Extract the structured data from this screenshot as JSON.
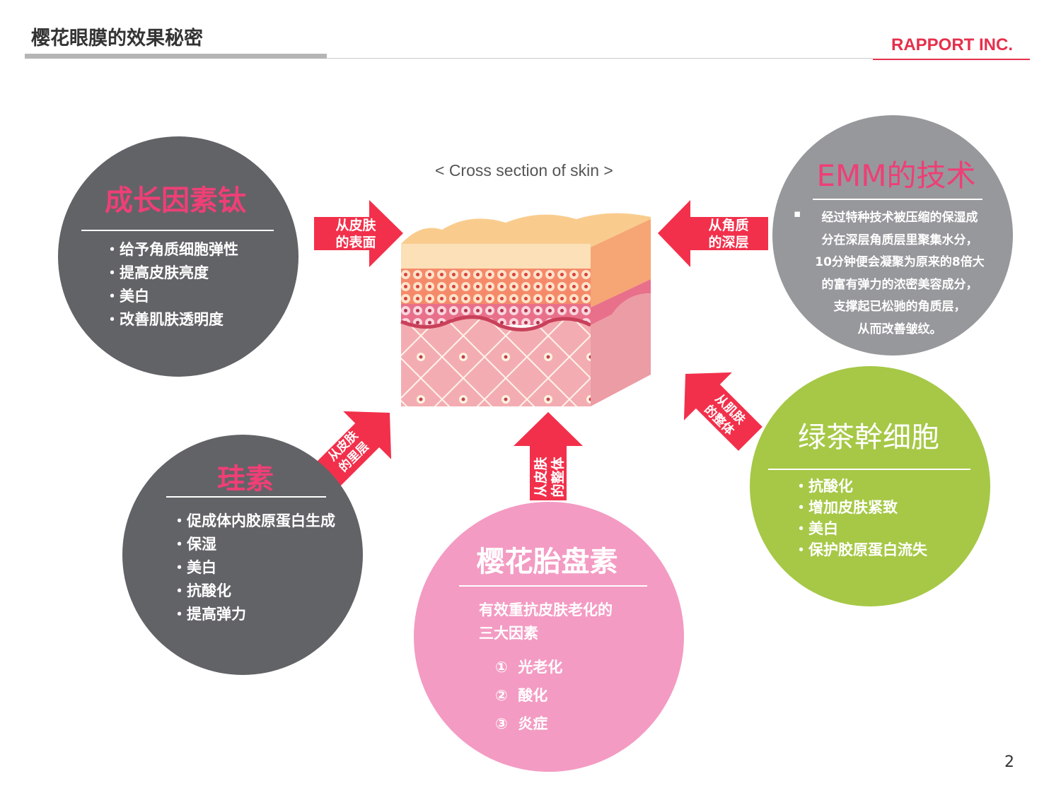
{
  "header": {
    "title": "樱花眼膜的效果秘密",
    "brand": "RAPPORT INC.",
    "page_number": "2"
  },
  "diagram": {
    "caption": "< Cross section of skin >"
  },
  "arrows": {
    "top_left": [
      "从皮肤",
      "的表面"
    ],
    "top_right": [
      "从角质",
      "的深层"
    ],
    "bottom_left": [
      "从皮肤",
      "的里层"
    ],
    "bottom": [
      "从皮肤",
      "的整体"
    ],
    "bottom_right": [
      "从肌肤",
      "的整体"
    ]
  },
  "circles": {
    "growth": {
      "title": "成长因素钛",
      "items": [
        "・给予角质细胞弹性",
        "・提高皮肤亮度",
        "・美白",
        "・改善肌肤透明度"
      ],
      "color": "#626367"
    },
    "emm": {
      "title": "EMM的技术",
      "bullet": "▪",
      "lines": [
        "经过特种技术被压缩的保湿成",
        "分在深层角质层里聚集水分，",
        "10分钟便会凝聚为原来的8倍大",
        "的富有弹力的浓密美容成分，",
        "支撑起已松驰的角质层，",
        "从而改善皱纹。"
      ],
      "color": "#97989c"
    },
    "silicon": {
      "title": "珪素",
      "items": [
        "・促成体内胶原蛋白生成",
        "・保湿",
        "・美白",
        "・抗酸化",
        "・提高弹力"
      ],
      "color": "#626367"
    },
    "greentea": {
      "title": "绿茶幹细胞",
      "items": [
        "・抗酸化",
        "・增加皮肤紧致",
        "・美白",
        "・保护胶原蛋白流失"
      ],
      "color": "#a6c846"
    },
    "sakura": {
      "title": "樱花胎盘素",
      "subtitle": [
        "有效重抗皮肤老化的",
        "三大因素"
      ],
      "items": [
        {
          "num": "①",
          "text": "光老化"
        },
        {
          "num": "②",
          "text": "酸化"
        },
        {
          "num": "③",
          "text": "炎症"
        }
      ],
      "color": "#f39bc3"
    }
  },
  "colors": {
    "accent": "#ee3f76",
    "arrow": "#f2304b"
  }
}
